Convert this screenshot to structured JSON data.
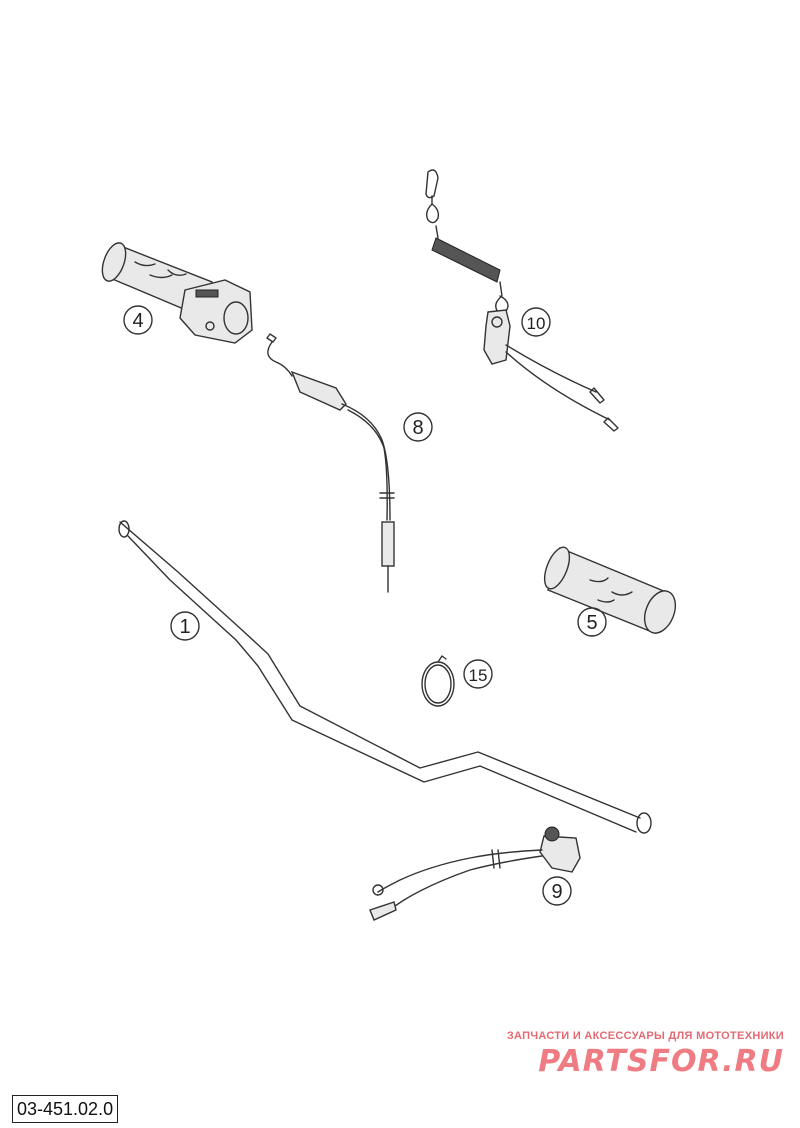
{
  "diagram": {
    "code": "03-451.02.0",
    "callouts": [
      {
        "id": "handlebar",
        "number": "1"
      },
      {
        "id": "throttle-grip",
        "number": "4"
      },
      {
        "id": "grip-right",
        "number": "5"
      },
      {
        "id": "throttle-cable",
        "number": "8"
      },
      {
        "id": "button-switch",
        "number": "9"
      },
      {
        "id": "lanyard-kill-switch",
        "number": "10"
      },
      {
        "id": "clamp",
        "number": "15"
      }
    ]
  },
  "watermark": {
    "caption": "ЗАПЧАСТИ И АКСЕССУАРЫ ДЛЯ МОТОТЕХНИКИ",
    "logo": "PARTSFOR.RU"
  },
  "colors": {
    "line": "#333333",
    "watermark": "#ef7b83"
  }
}
